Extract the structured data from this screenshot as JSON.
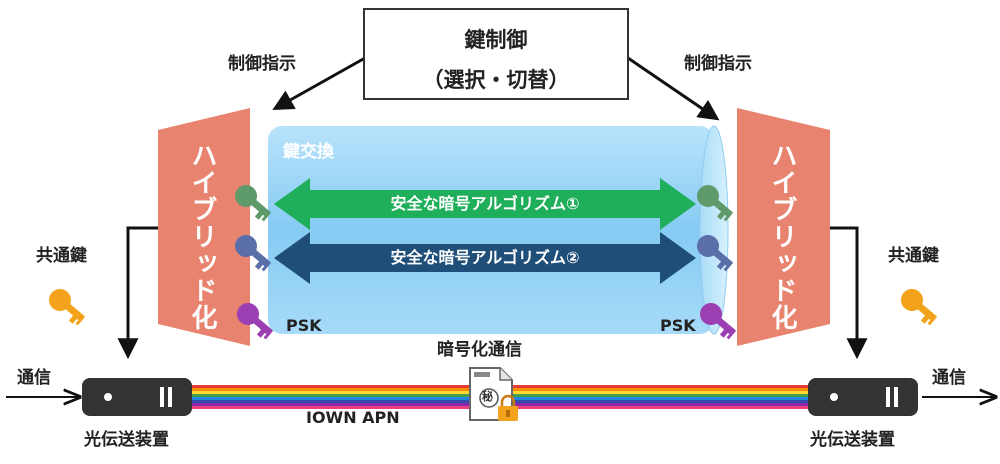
{
  "key_control": {
    "title": "鍵制御",
    "subtitle": "（選択・切替）"
  },
  "control_instruction": "制御指示",
  "hybrid": "ハイブリッド化",
  "key_exchange": "鍵交換",
  "algorithm_1": "安全な暗号アルゴリズム①",
  "algorithm_2": "安全な暗号アルゴリズム②",
  "psk": "PSK",
  "shared_key": "共通鍵",
  "communication": "通信",
  "optical_device": "光伝送装置",
  "encrypted_comm": "暗号化通信",
  "network": "IOWN APN",
  "secret_mark": "秘",
  "colors": {
    "hybrid_block": "#e8836f",
    "tunnel": "#8fd0f5",
    "algorithm_1": "#1fae5a",
    "algorithm_2": "#1f4e79",
    "key_green": "#5f9a6b",
    "key_blue": "#5a6fa8",
    "key_purple": "#9b3fb3",
    "key_orange": "#f2a21b",
    "device": "#333333"
  },
  "icons": [
    "key-icon",
    "document-icon",
    "lock-icon"
  ]
}
